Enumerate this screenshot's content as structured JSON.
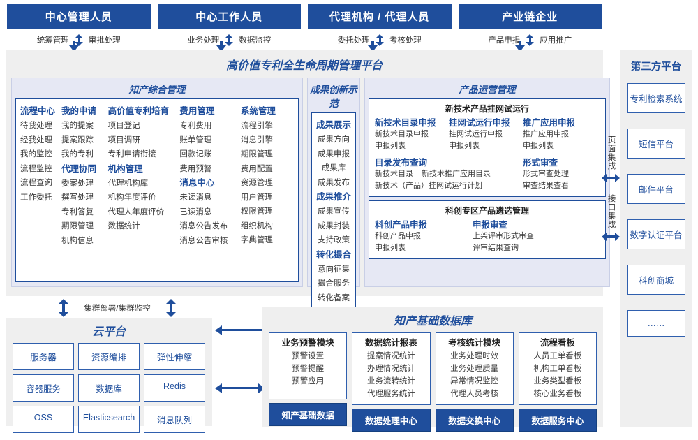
{
  "actors": [
    {
      "title": "中心管理人员",
      "flows": [
        "统筹管理",
        "审批处理"
      ]
    },
    {
      "title": "中心工作人员",
      "flows": [
        "业务处理",
        "数据监控"
      ]
    },
    {
      "title": "代理机构 / 代理人员",
      "flows": [
        "委托处理",
        "考核处理"
      ]
    },
    {
      "title": "产业链企业",
      "flows": [
        "产品申报",
        "应用推广"
      ]
    }
  ],
  "platform": {
    "title": "高价值专利全生命周期管理平台",
    "sections": {
      "zcgl": {
        "title": "知产综合管理",
        "columns": [
          {
            "blocks": [
              {
                "head": "流程中心",
                "items": [
                  "待我处理",
                  "经我处理",
                  "我的监控",
                  "流程监控",
                  "流程查询",
                  "工作委托"
                ]
              }
            ]
          },
          {
            "blocks": [
              {
                "head": "我的申请",
                "items": [
                  "我的提案",
                  "提案跟踪",
                  "我的专利"
                ]
              },
              {
                "head": "代理协同",
                "items": [
                  "委案处理",
                  "撰写处理",
                  "专利答复",
                  "期限管理",
                  "机构信息"
                ]
              }
            ]
          },
          {
            "blocks": [
              {
                "head": "高价值专利培育",
                "items": [
                  "项目登记",
                  "项目调研",
                  "专利申请衔接"
                ]
              },
              {
                "head": "机构管理",
                "items": [
                  "代理机构库",
                  "机构年度评价",
                  "代理人年度评价",
                  "数据统计"
                ]
              }
            ]
          },
          {
            "blocks": [
              {
                "head": "费用管理",
                "items": [
                  "专利费用",
                  "账单管理",
                  "回款记账",
                  "费用预警"
                ]
              },
              {
                "head": "消息中心",
                "items": [
                  "未读消息",
                  "已读消息",
                  "消息公告发布",
                  "消息公告审核"
                ]
              }
            ]
          },
          {
            "blocks": [
              {
                "head": "系统管理",
                "items": [
                  "流程引擎",
                  "消息引擎",
                  "期限管理",
                  "费用配置",
                  "资源管理",
                  "用户管理",
                  "权限管理",
                  "组织机构",
                  "字典管理"
                ]
              }
            ]
          }
        ]
      },
      "cgcx": {
        "title": "成果创新示范",
        "blocks": [
          {
            "head": "成果展示",
            "items": [
              "成果方向",
              "成果申报",
              "成果库",
              "成果发布"
            ]
          },
          {
            "head": "成果推介",
            "items": [
              "成果宣传",
              "成果封装",
              "支持政策"
            ]
          },
          {
            "head": "转化撮合",
            "items": [
              "意向征集",
              "撮合服务",
              "转化备案"
            ]
          }
        ]
      },
      "cpyy": {
        "title": "产品运营管理",
        "groups": [
          {
            "caption": "新技术产品挂网试运行",
            "row1": [
              {
                "head": "新技术目录申报",
                "items": [
                  "新技术目录申报",
                  "申报列表"
                ]
              },
              {
                "head": "挂网试运行申报",
                "items": [
                  "挂网试运行申报",
                  "申报列表"
                ]
              },
              {
                "head": "推广应用申报",
                "items": [
                  "推广应用申报",
                  "申报列表"
                ]
              }
            ],
            "row2": [
              {
                "head": "目录发布查询",
                "items": [
                  "新技术目录",
                  "新技术推广应用目录",
                  "新技术（产品）挂网试运行计划"
                ]
              },
              {
                "head": "形式审查",
                "items": [
                  "形式审查处理",
                  "审查结果查看"
                ]
              }
            ]
          },
          {
            "caption": "科创专区产品遴选管理",
            "row1": [
              {
                "head": "科创产品申报",
                "items": [
                  "科创产品申报",
                  "申报列表"
                ]
              },
              {
                "head": "申报审查",
                "items": [
                  "上架评审形式审查",
                  "评审结果查询"
                ]
              }
            ],
            "row2": []
          }
        ]
      }
    }
  },
  "integration": {
    "items": [
      "页面集成",
      "接口集成"
    ]
  },
  "third_party": {
    "title": "第三方平台",
    "boxes": [
      "专利检索系统",
      "短信平台",
      "邮件平台",
      "数字认证平台",
      "科创商城",
      "……"
    ]
  },
  "cluster": {
    "label": "集群部署/集群监控"
  },
  "cloud": {
    "title": "云平台",
    "cells": [
      "服务器",
      "资源编排",
      "弹性伸缩",
      "容器服务",
      "数据库",
      "Redis",
      "OSS",
      "Elasticsearch",
      "消息队列"
    ]
  },
  "database": {
    "title": "知产基础数据库",
    "columns": [
      {
        "head": "业务预警模块",
        "items": [
          "预警设置",
          "预警提醒",
          "预警应用"
        ],
        "foot": "知产基础数据"
      },
      {
        "head": "数据统计报表",
        "items": [
          "提案情况统计",
          "办理情况统计",
          "业务流转统计",
          "代理服务统计"
        ],
        "foot": "数据处理中心"
      },
      {
        "head": "考核统计模块",
        "items": [
          "业务处理时效",
          "业务处理质量",
          "异常情况监控",
          "代理人员考核"
        ],
        "foot": "数据交换中心"
      },
      {
        "head": "流程看板",
        "items": [
          "人员工单看板",
          "机构工单看板",
          "业务类型看板",
          "核心业务看板"
        ],
        "foot": "数据服务中心"
      }
    ]
  },
  "colors": {
    "brand": "#1F4E9C",
    "panel_bg": "#EFEFEF",
    "section_bg": "#E6E8F4",
    "border": "#2F5FAE"
  }
}
